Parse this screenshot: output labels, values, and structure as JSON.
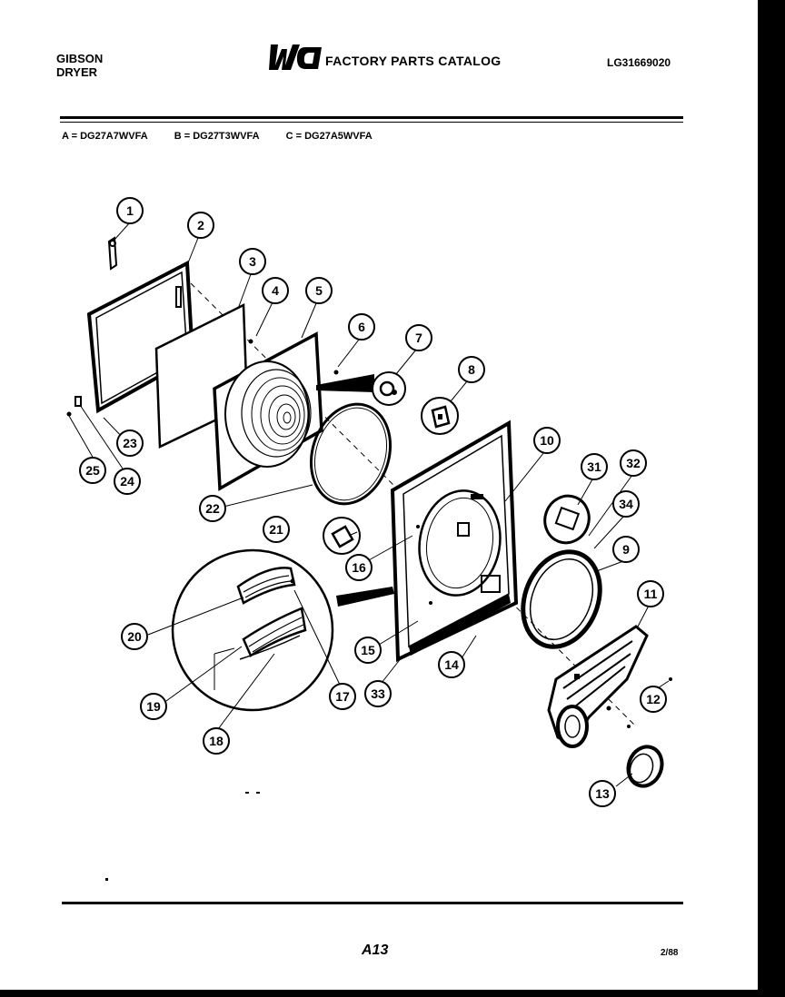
{
  "header": {
    "brand": "GIBSON",
    "product": "DRYER",
    "catalog_title": "FACTORY PARTS CATALOG",
    "catalog_number": "LG31669020"
  },
  "models": [
    "A = DG27A7WVFA",
    "B = DG27T3WVFA",
    "C = DG27A5WVFA"
  ],
  "callouts": [
    "1",
    "2",
    "3",
    "4",
    "5",
    "6",
    "7",
    "8",
    "10",
    "31",
    "32",
    "34",
    "9",
    "11",
    "12",
    "13",
    "14",
    "15",
    "33",
    "16",
    "21",
    "22",
    "23",
    "24",
    "25",
    "20",
    "19",
    "18",
    "17"
  ],
  "footer": {
    "page_code": "A13",
    "date": "2/88"
  }
}
